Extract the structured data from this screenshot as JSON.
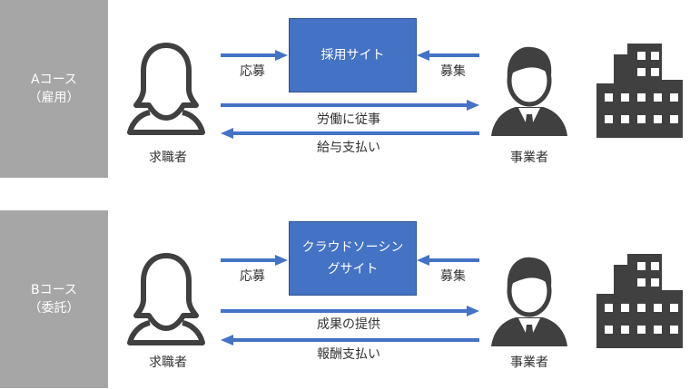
{
  "rows": [
    {
      "course_label": "Aコース",
      "course_sub": "（雇用）",
      "site_label": "採用サイト",
      "left_in_label": "応募",
      "right_in_label": "募集",
      "flow_right_label": "労働に従事",
      "flow_left_label": "給与支払い",
      "left_person": "求職者",
      "right_person": "事業者"
    },
    {
      "course_label": "Bコース",
      "course_sub": "（委託）",
      "site_label": "クラウドソーシン\nグサイト",
      "left_in_label": "応募",
      "right_in_label": "募集",
      "flow_right_label": "成果の提供",
      "flow_left_label": "報酬支払い",
      "left_person": "求職者",
      "right_person": "事業者"
    }
  ],
  "colors": {
    "course_bg": "#a6a6a6",
    "site_bg": "#4472c4",
    "arrow": "#4472c4",
    "icon_dark": "#404040"
  },
  "icons": [
    "woman-icon",
    "businessman-icon",
    "building-icon"
  ]
}
